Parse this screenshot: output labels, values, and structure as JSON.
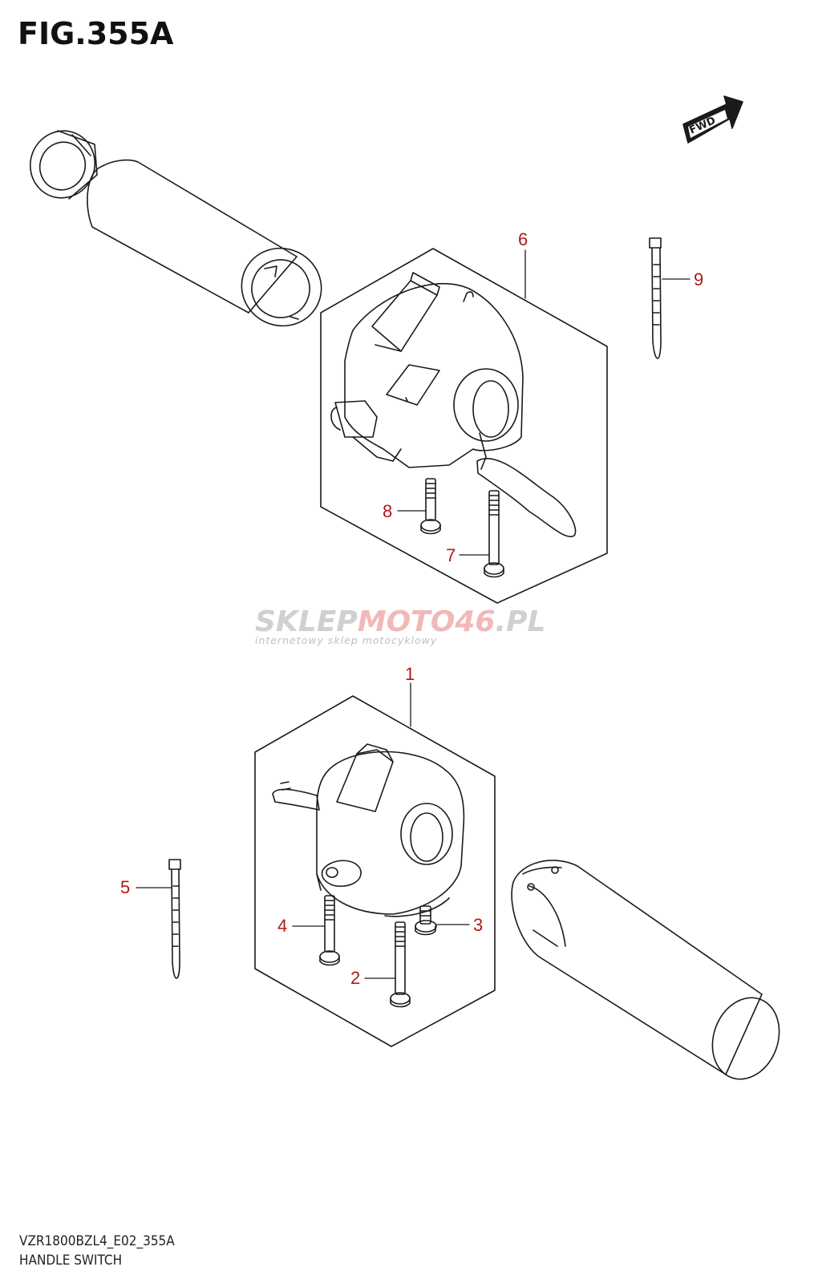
{
  "figure": {
    "title": "FIG.355A",
    "fwd_label": "FWD"
  },
  "callouts": [
    {
      "id": "1",
      "text": "1"
    },
    {
      "id": "2",
      "text": "2"
    },
    {
      "id": "3",
      "text": "3"
    },
    {
      "id": "4",
      "text": "4"
    },
    {
      "id": "5",
      "text": "5"
    },
    {
      "id": "6",
      "text": "6"
    },
    {
      "id": "7",
      "text": "7"
    },
    {
      "id": "8",
      "text": "8"
    },
    {
      "id": "9",
      "text": "9"
    }
  ],
  "watermark": {
    "part1": "SKLEP",
    "part2": "MOTO",
    "part3": "46",
    "part4": ".PL",
    "tagline": "internetowy sklep motocyklowy",
    "colors": {
      "gray": "#d0d0d0",
      "red": "#f2b8b8"
    }
  },
  "footer": {
    "code": "VZR1800BZL4_E02_355A",
    "name": "HANDLE SWITCH"
  },
  "colors": {
    "callout": "#b01818",
    "line": "#1a1a1a"
  }
}
